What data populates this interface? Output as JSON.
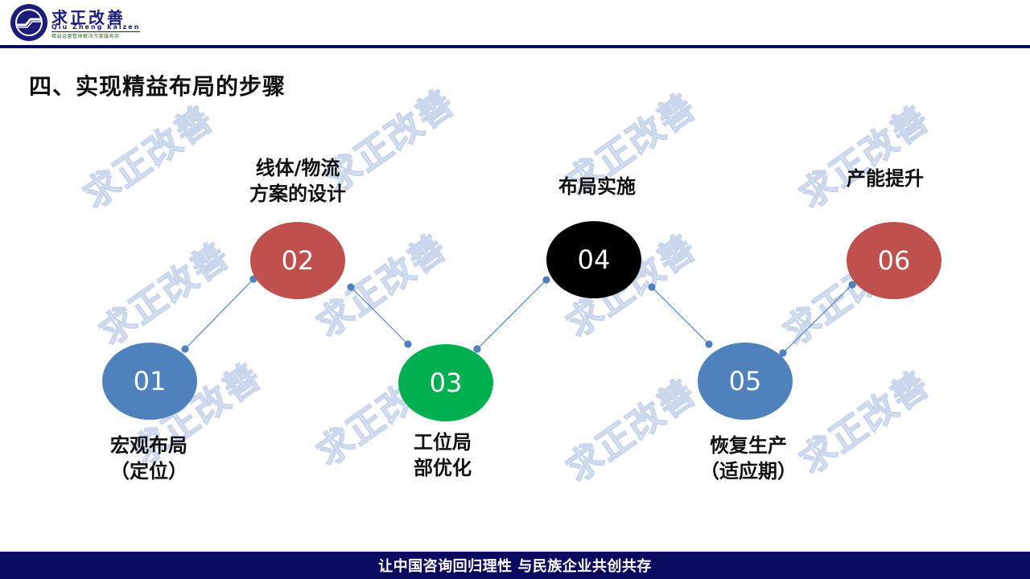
{
  "header": {
    "brand_cn": "求正改善",
    "brand_en": "Qiu Zheng kaizen",
    "brand_sub": "精益运营整体解决方案服务商",
    "logo_icon": "handshake-circle-logo"
  },
  "page": {
    "title": "四、实现精益布局的步骤",
    "watermark_text": "求正改善"
  },
  "steps": [
    {
      "number": "01",
      "label_line1": "宏观布局",
      "label_line2": "（定位）",
      "color": "#4f81bd"
    },
    {
      "number": "02",
      "label_line1": "线体/物流",
      "label_line2": "方案的设计",
      "color": "#c0504d"
    },
    {
      "number": "03",
      "label_line1": "工位局",
      "label_line2": "部优化",
      "color": "#00b050"
    },
    {
      "number": "04",
      "label_line1": "布局实施",
      "label_line2": "",
      "color": "#000000"
    },
    {
      "number": "05",
      "label_line1": "恢复生产",
      "label_line2": "（适应期）",
      "color": "#4f81bd"
    },
    {
      "number": "06",
      "label_line1": "产能提升",
      "label_line2": "",
      "color": "#c0504d"
    }
  ],
  "colors": {
    "navy": "#0a0a5e",
    "connector": "#4f81bd"
  },
  "footer": {
    "slogan": "让中国咨询回归理性  与民族企业共创共存"
  }
}
